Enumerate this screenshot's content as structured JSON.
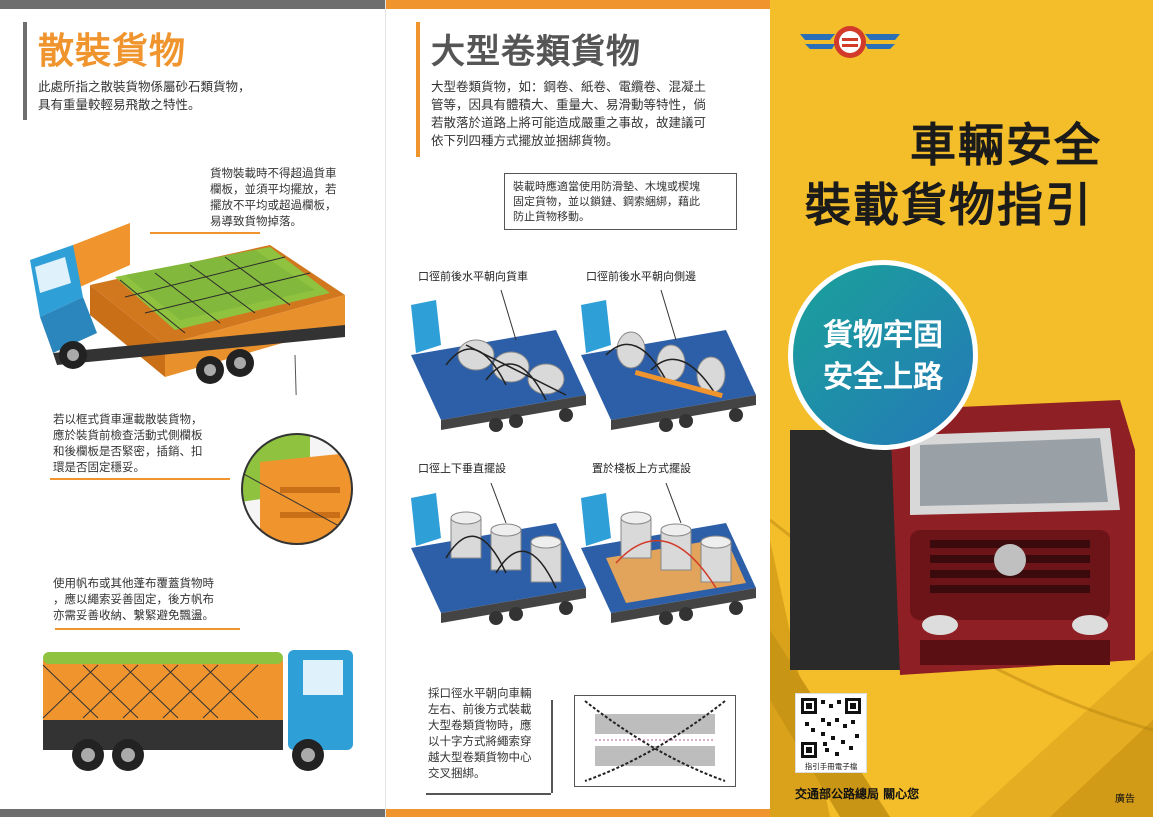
{
  "bulk": {
    "title": "散裝貨物",
    "intro_1": "此處所指之散裝貨物係屬砂石類貨物，",
    "intro_2": "具有重量較輕易飛散之特性。",
    "note1": [
      "貨物裝載時不得超過貨車",
      "欄板，並須平均擺放，若",
      "擺放不平均或超過欄板，",
      "易導致貨物掉落。"
    ],
    "note2": [
      "若以框式貨車運載散裝貨物，",
      "應於裝貨前檢查活動式側欄板",
      "和後欄板是否緊密，插銷、扣",
      "環是否固定穩妥。"
    ],
    "note3": [
      "使用帆布或其他蓬布覆蓋貨物時",
      "，應以繩索妥善固定，後方帆布",
      "亦需妥善收納、繫緊避免飄盪。"
    ]
  },
  "rolls": {
    "title": "大型卷類貨物",
    "intro": [
      "大型卷類貨物，如：鋼卷、紙卷、電纜卷、混凝土",
      "管等，因具有體積大、重量大、易滑動等特性，倘",
      "若散落於道路上將可能造成嚴重之事故，故建議可",
      "依下列四種方式擺放並捆綁貨物。"
    ],
    "box_note": [
      "裝載時應適當使用防滑墊、木塊或楔塊",
      "固定貨物，並以鎖鏈、鋼索綑綁，藉此",
      "防止貨物移動。"
    ],
    "labels": [
      "口徑前後水平朝向貨車",
      "口徑前後水平朝向側邊",
      "口徑上下垂直擺設",
      "置於棧板上方式擺設"
    ],
    "bottom_note": [
      "採口徑水平朝向車輛",
      "左右、前後方式裝載",
      "大型卷類貨物時，應",
      "以十字方式將繩索穿",
      "越大型卷類貨物中心",
      "交叉捆綁。"
    ]
  },
  "cover": {
    "title_line1": "車輛安全",
    "title_line2": "裝載貨物指引",
    "slogan_line1": "貨物牢固",
    "slogan_line2": "安全上路",
    "qr_caption": "指引手冊電子檔",
    "agency": "交通部公路總局  關心您",
    "ad_label": "廣告"
  },
  "colors": {
    "accent_orange": "#f0942e",
    "cover_yellow": "#f4be2a",
    "truck_blue": "#2f9fd8",
    "cargo_green": "#8fc23f",
    "circle_teal": "#1aa29a",
    "truck_red": "#8e1f24"
  }
}
